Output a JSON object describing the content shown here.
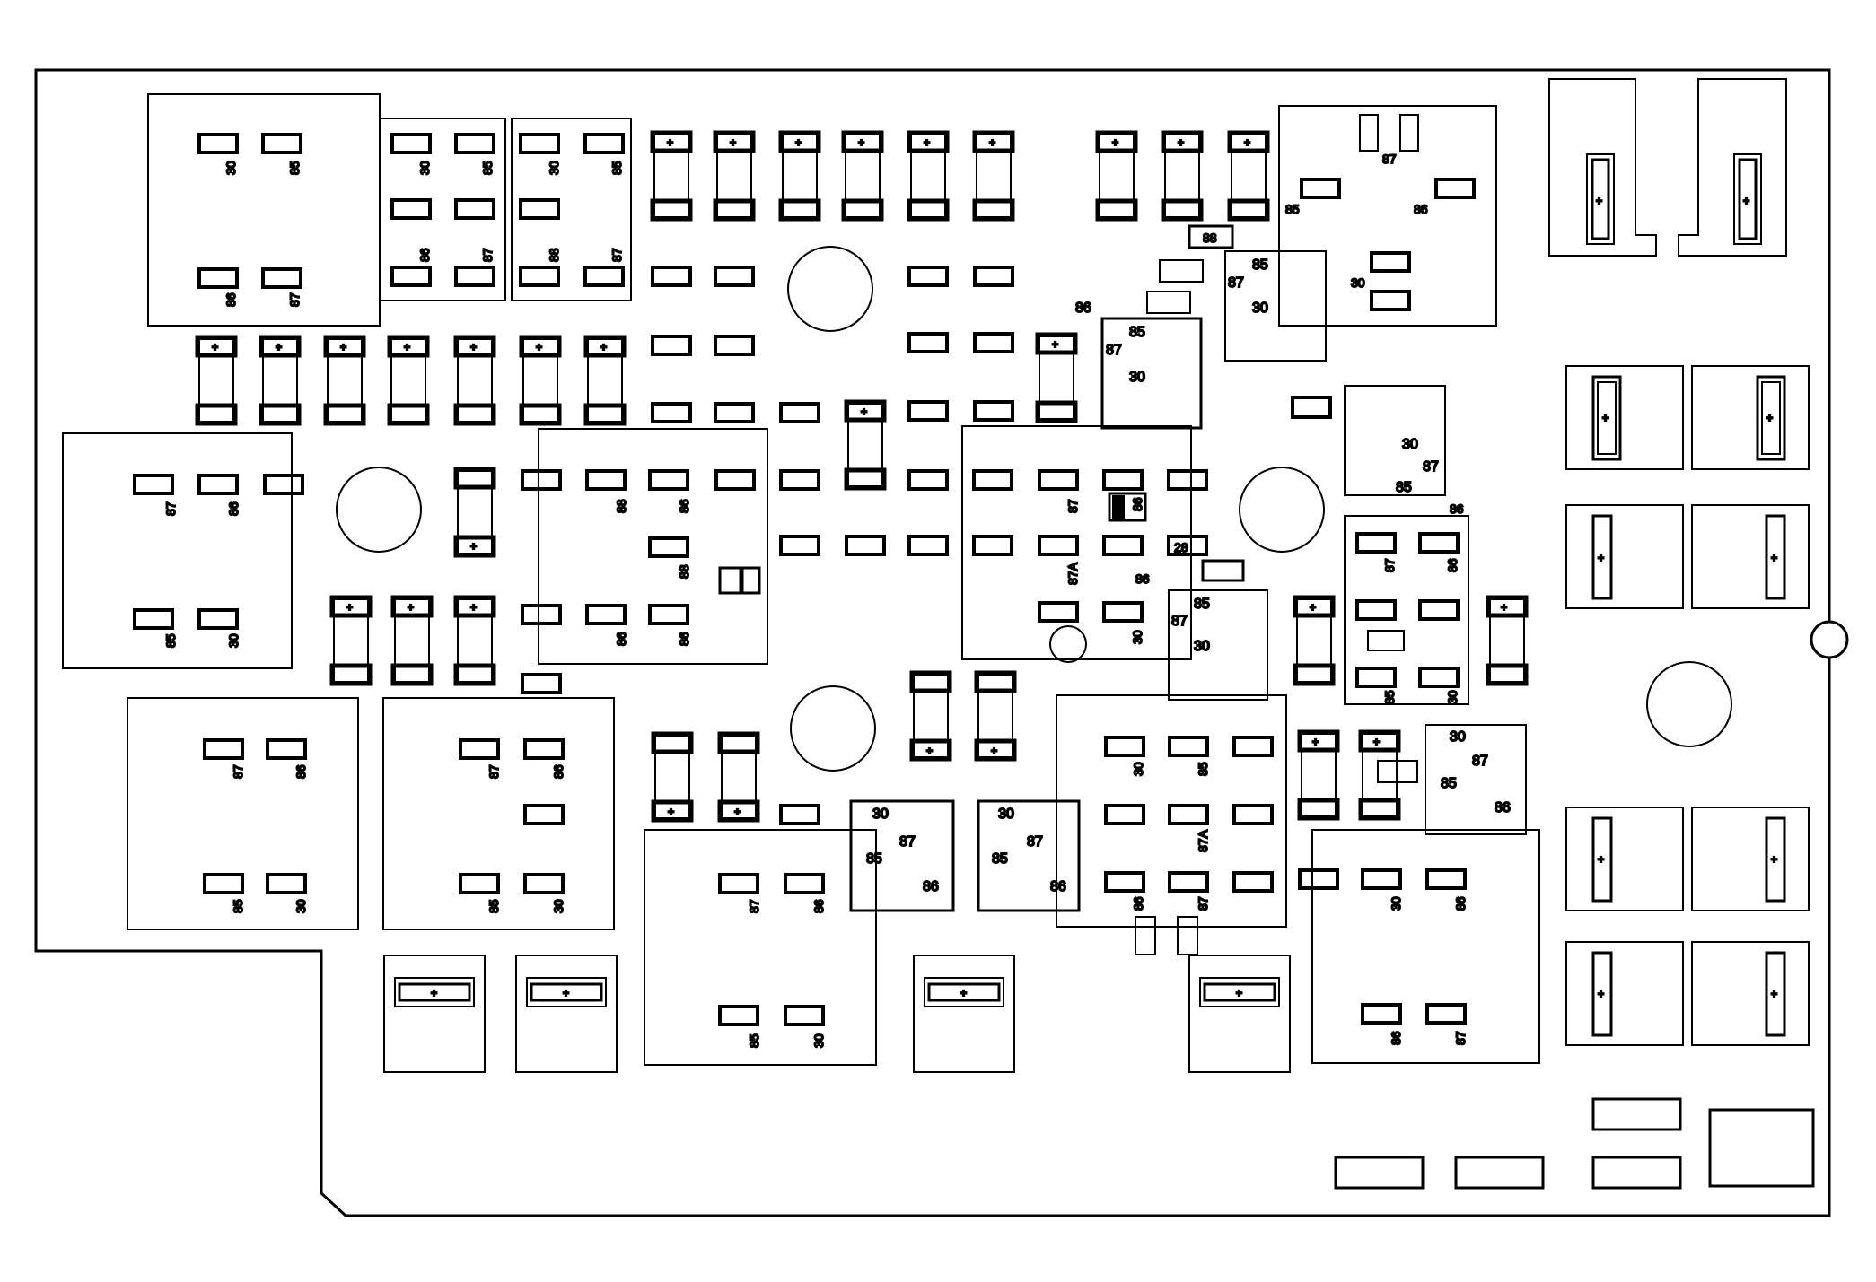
{
  "diagram_title": "",
  "colors": {
    "line": "#000000",
    "background": "#ffffff"
  },
  "fuse_symbol": "+",
  "relay_pin_labels": [
    "30",
    "85",
    "86",
    "87",
    "87A",
    "88"
  ],
  "relays": [
    {
      "id": "r1",
      "pins": [
        "30",
        "85",
        "86",
        "87"
      ]
    },
    {
      "id": "r2",
      "pins": [
        "30",
        "85",
        "86",
        "87"
      ]
    },
    {
      "id": "r3",
      "pins": [
        "30",
        "85",
        "88",
        "87"
      ]
    },
    {
      "id": "r4",
      "pins": [
        "87",
        "86",
        "85",
        "30"
      ]
    },
    {
      "id": "r5",
      "pins": [
        "88",
        "86",
        "88",
        "86",
        "86"
      ]
    },
    {
      "id": "r6",
      "pins": [
        "87",
        "87A",
        "86",
        "30",
        "86"
      ]
    },
    {
      "id": "r7",
      "pins": [
        "87",
        "86",
        "85",
        "30"
      ]
    },
    {
      "id": "r8",
      "pins": [
        "87",
        "86",
        "85",
        "30"
      ]
    },
    {
      "id": "r9",
      "pins": [
        "87",
        "86",
        "85",
        "30"
      ]
    },
    {
      "id": "r10",
      "pins": [
        "30",
        "85",
        "87A",
        "86",
        "87"
      ]
    },
    {
      "id": "r11",
      "pins": [
        "30",
        "86",
        "86",
        "87"
      ]
    },
    {
      "id": "r12",
      "pins": [
        "87",
        "86",
        "85",
        "30"
      ]
    },
    {
      "id": "r13",
      "pins": [
        "87",
        "85",
        "86",
        "30"
      ]
    },
    {
      "id": "m1",
      "pins": [
        "85",
        "87",
        "30"
      ]
    },
    {
      "id": "m2",
      "pins": [
        "85",
        "87",
        "30",
        "86"
      ]
    },
    {
      "id": "m3",
      "pins": [
        "85",
        "87",
        "30"
      ]
    },
    {
      "id": "m4",
      "pins": [
        "30",
        "87",
        "85"
      ]
    },
    {
      "id": "m5",
      "pins": [
        "30",
        "87",
        "85",
        "86"
      ]
    },
    {
      "id": "m6",
      "pins": [
        "30",
        "87",
        "85",
        "86"
      ]
    },
    {
      "id": "m7",
      "pins": [
        "30",
        "87",
        "85",
        "86"
      ]
    }
  ],
  "misc_labels": [
    "88",
    "28",
    "86"
  ]
}
